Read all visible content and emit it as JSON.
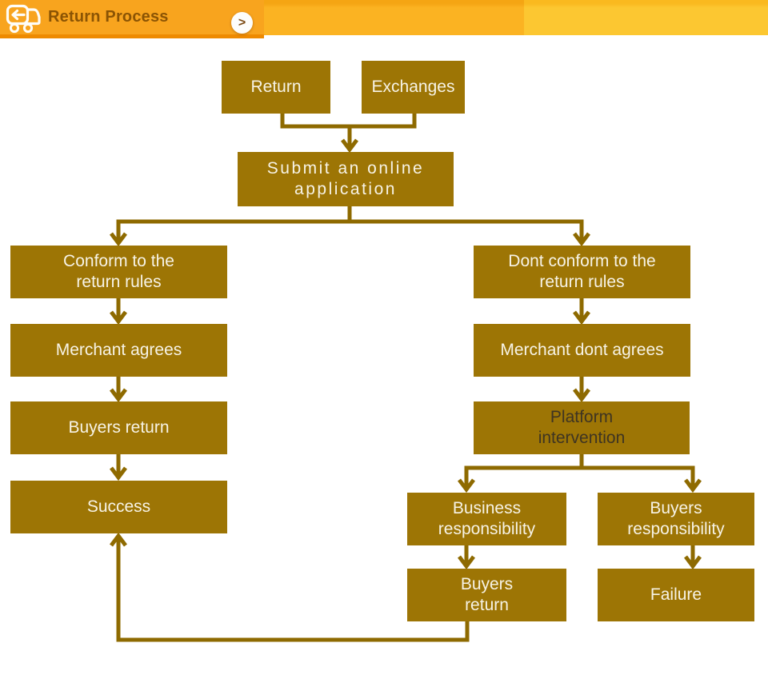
{
  "header": {
    "title": "Return Process",
    "more_button": ">"
  },
  "colors": {
    "header_left": "#F8A41E",
    "header_mid": "#FBB322",
    "header_right": "#FCC731",
    "header_title": "#8B5404",
    "box_fill": "#9D7505",
    "connector_line": "#8E6A00",
    "box_text": "#F7F3E6",
    "platform_text": "#3E3422"
  },
  "flowchart": {
    "nodes": [
      {
        "id": "return",
        "label": "Return"
      },
      {
        "id": "exchanges",
        "label": "Exchanges"
      },
      {
        "id": "submit-application",
        "label": "Submit an online\napplication"
      },
      {
        "id": "conform-rules",
        "label": "Conform to the\nreturn rules"
      },
      {
        "id": "merchant-agrees",
        "label": "Merchant agrees"
      },
      {
        "id": "buyers-return",
        "label": "Buyers return"
      },
      {
        "id": "success",
        "label": "Success"
      },
      {
        "id": "dont-conform-rules",
        "label": "Dont conform to the\nreturn rules"
      },
      {
        "id": "merchant-dont-agrees",
        "label": "Merchant dont agrees"
      },
      {
        "id": "platform-intervention",
        "label": "Platform\nintervention"
      },
      {
        "id": "business-responsibility",
        "label": "Business\nresponsibility"
      },
      {
        "id": "buyers-responsibility",
        "label": "Buyers\nresponsibility"
      },
      {
        "id": "buyers-return-final",
        "label": "Buyers\nreturn"
      },
      {
        "id": "failure",
        "label": "Failure"
      }
    ]
  }
}
